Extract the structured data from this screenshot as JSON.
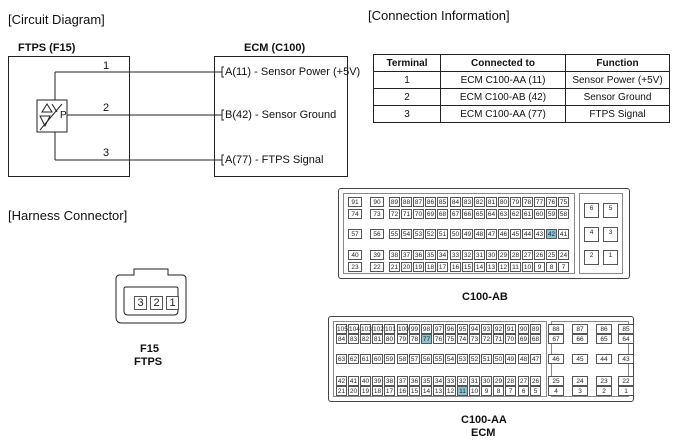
{
  "sections": {
    "circuit": "[Circuit Diagram]",
    "connection": "[Connection Information]",
    "harness": "[Harness Connector]"
  },
  "circuit": {
    "ftps_title": "FTPS (F15)",
    "ecm_title": "ECM (C100)",
    "sensor_letter": "P",
    "wires": [
      {
        "num": "1",
        "label": "A(11) - Sensor Power (+5V)"
      },
      {
        "num": "2",
        "label": "B(42) - Sensor Ground"
      },
      {
        "num": "3",
        "label": "A(77) - FTPS Signal"
      }
    ]
  },
  "table": {
    "headers": [
      "Terminal",
      "Connected to",
      "Function"
    ],
    "rows": [
      [
        "1",
        "ECM C100-AA (11)",
        "Sensor Power (+5V)"
      ],
      [
        "2",
        "ECM C100-AB (42)",
        "Sensor Ground"
      ],
      [
        "3",
        "ECM C100-AA (77)",
        "FTPS Signal"
      ]
    ]
  },
  "harness": {
    "f15_pins": [
      "3",
      "2",
      "1"
    ],
    "f15_label1": "F15",
    "f15_label2": "FTPS",
    "c100ab_label": "C100-AB",
    "c100aa_label1": "C100-AA",
    "c100aa_label2": "ECM"
  },
  "c100ab": {
    "highlight": [
      "42"
    ],
    "main": [
      [
        "91",
        "90",
        "89",
        "88",
        "87",
        "86",
        "85",
        "84",
        "83",
        "82",
        "81",
        "80",
        "79",
        "78",
        "77",
        "76",
        "75"
      ],
      [
        "74",
        "73",
        "72",
        "71",
        "70",
        "69",
        "68",
        "67",
        "66",
        "65",
        "64",
        "63",
        "62",
        "61",
        "60",
        "59",
        "58"
      ],
      [
        "57",
        "56",
        "55",
        "54",
        "53",
        "52",
        "51",
        "50",
        "49",
        "48",
        "47",
        "46",
        "45",
        "44",
        "43",
        "42",
        "41"
      ],
      [
        "40",
        "39",
        "38",
        "37",
        "36",
        "35",
        "34",
        "33",
        "32",
        "31",
        "30",
        "29",
        "28",
        "27",
        "26",
        "25",
        "24"
      ],
      [
        "23",
        "22",
        "21",
        "20",
        "19",
        "18",
        "17",
        "16",
        "15",
        "14",
        "13",
        "12",
        "11",
        "10",
        "9",
        "8",
        "7"
      ]
    ],
    "side": [
      [
        "6",
        "5"
      ],
      [
        "4",
        "3"
      ],
      [
        "2",
        "1"
      ]
    ]
  },
  "c100aa": {
    "highlight": [
      "77",
      "11"
    ],
    "main": [
      [
        "105",
        "104",
        "103",
        "102",
        "101",
        "100",
        "99",
        "98",
        "97",
        "96",
        "95",
        "94",
        "93",
        "92",
        "91",
        "90",
        "89"
      ],
      [
        "84",
        "83",
        "82",
        "81",
        "80",
        "79",
        "78",
        "77",
        "76",
        "75",
        "74",
        "73",
        "72",
        "71",
        "70",
        "69",
        "68"
      ],
      [
        "63",
        "62",
        "61",
        "60",
        "59",
        "58",
        "57",
        "56",
        "55",
        "54",
        "53",
        "52",
        "51",
        "50",
        "49",
        "48",
        "47"
      ],
      [
        "42",
        "41",
        "40",
        "39",
        "38",
        "37",
        "36",
        "35",
        "34",
        "33",
        "32",
        "31",
        "30",
        "29",
        "28",
        "27",
        "26"
      ],
      [
        "21",
        "20",
        "19",
        "18",
        "17",
        "16",
        "15",
        "14",
        "13",
        "12",
        "11",
        "10",
        "9",
        "8",
        "7",
        "6",
        "5"
      ]
    ],
    "right": [
      [
        "88",
        "87",
        "86",
        "85"
      ],
      [
        "67",
        "66",
        "65",
        "64"
      ],
      [
        "46",
        "45",
        "44",
        "43"
      ],
      [
        "25",
        "24",
        "23",
        "22"
      ],
      [
        "4",
        "3",
        "2",
        "1"
      ]
    ]
  }
}
